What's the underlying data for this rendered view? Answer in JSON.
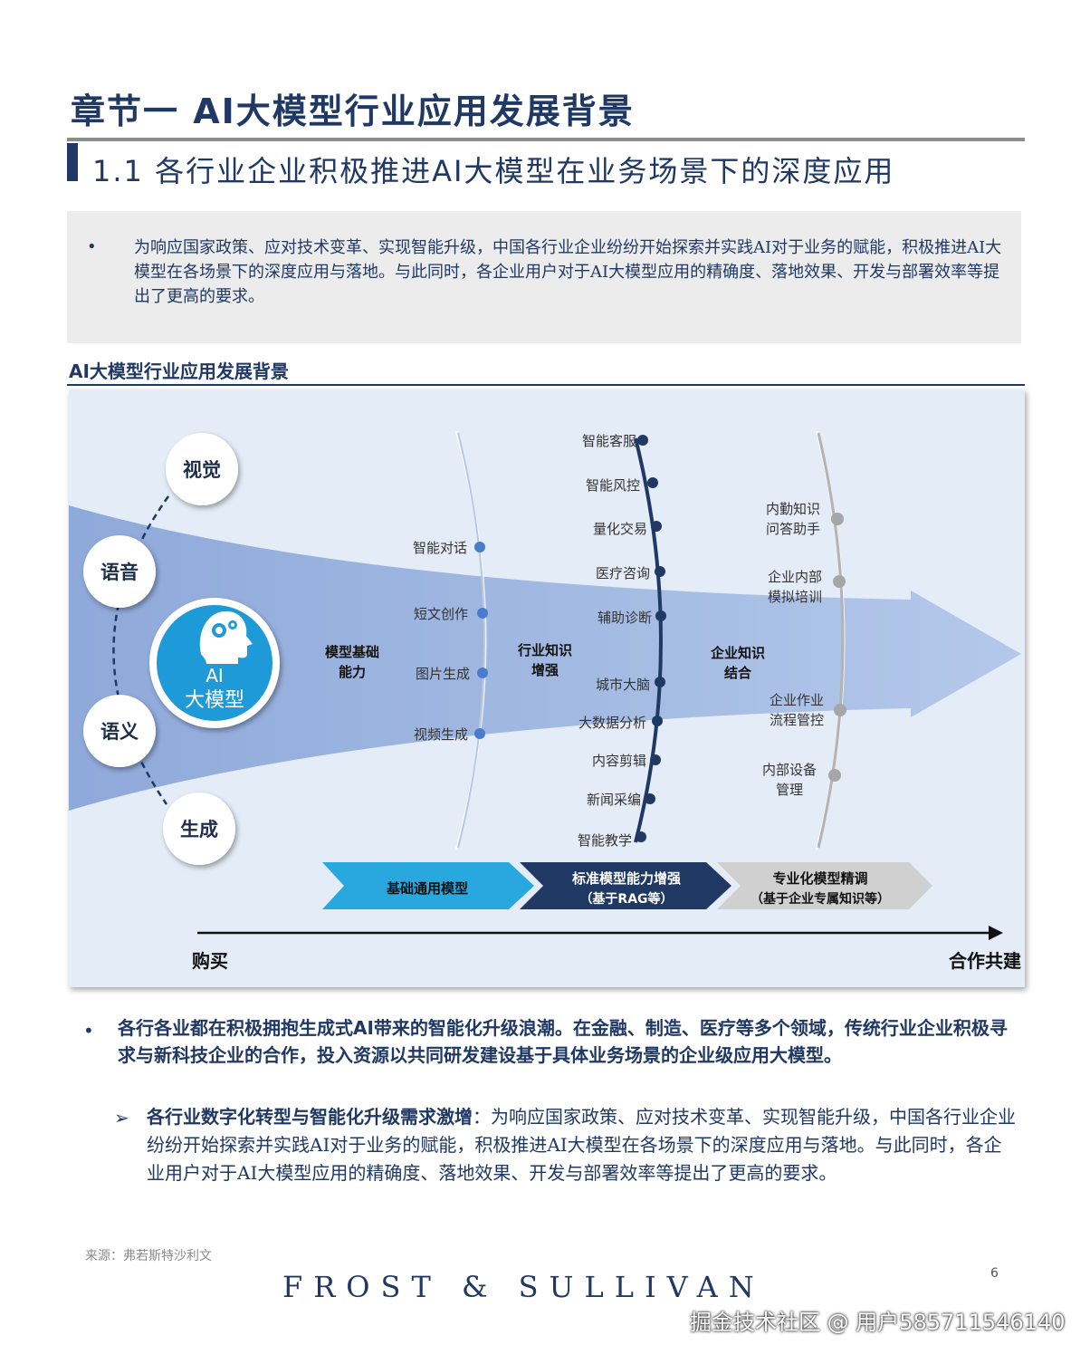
{
  "header": {
    "chapter_title": "章节一 AI大模型行业应用发展背景",
    "section_title": "1.1 各行业企业积极推进AI大模型在业务场景下的深度应用"
  },
  "intro": {
    "bullet": "•",
    "text": "为响应国家政策、应对技术变革、实现智能升级，中国各行业企业纷纷开始探索并实践AI对于业务的赋能，积极推进AI大模型在各场景下的深度应用与落地。与此同时，各企业用户对于AI大模型应用的精确度、落地效果、开发与部署效率等提出了更高的要求。"
  },
  "figure": {
    "caption": "AI大模型行业应用发展背景",
    "core_line1": "AI",
    "core_line2": "大模型",
    "capabilities": [
      "视觉",
      "语音",
      "语义",
      "生成"
    ],
    "stage_labels": [
      {
        "line1": "模型基础",
        "line2": "能力"
      },
      {
        "line1": "行业知识",
        "line2": "增强"
      },
      {
        "line1": "企业知识",
        "line2": "结合"
      }
    ],
    "basic_apps": [
      "智能对话",
      "短文创作",
      "图片生成",
      "视频生成"
    ],
    "industry_apps": [
      "智能客服",
      "智能风控",
      "量化交易",
      "医疗咨询",
      "辅助诊断",
      "城市大脑",
      "大数据分析",
      "内容剪辑",
      "新闻采编",
      "智能教学"
    ],
    "enterprise_apps": [
      {
        "line1": "内勤知识",
        "line2": "问答助手"
      },
      {
        "line1": "企业内部",
        "line2": "模拟培训"
      },
      {
        "line1": "企业作业",
        "line2": "流程管控"
      },
      {
        "line1": "内部设备",
        "line2": "管理"
      }
    ],
    "phases": [
      {
        "line1": "基础通用模型",
        "line2": ""
      },
      {
        "line1": "标准模型能力增强",
        "line2": "（基于RAG等）"
      },
      {
        "line1": "专业化模型精调",
        "line2": "（基于企业专属知识等）"
      }
    ],
    "axis_start": "购买",
    "axis_end": "合作共建",
    "colors": {
      "dark_navy": "#1f3864",
      "mid_blue": "#4a7cc9",
      "cyan": "#29a8e0",
      "gray": "#a6a6a6"
    }
  },
  "body": {
    "bullet": "•",
    "para_bold": "各行各业都在积极拥抱生成式AI带来的智能化升级浪潮。在金融、制造、医疗等多个领域，传统行业企业积极寻求与新科技企业的合作，投入资源以共同研发建设基于具体业务场景的企业级应用大模型。",
    "sub_arrow": "➢",
    "sub_title": "各行业数字化转型与智能化升级需求激增",
    "sub_text": "：为响应国家政策、应对技术变革、实现智能升级，中国各行业企业纷纷开始探索并实践AI对于业务的赋能，积极推进AI大模型在各场景下的深度应用与落地。与此同时，各企业用户对于AI大模型应用的精确度、落地效果、开发与部署效率等提出了更高的要求。"
  },
  "footer": {
    "source": "来源：弗若斯特沙利文",
    "logo": "FROST & SULLIVAN",
    "page_number": "6",
    "watermark": "掘金技术社区 @ 用户585711546140"
  }
}
